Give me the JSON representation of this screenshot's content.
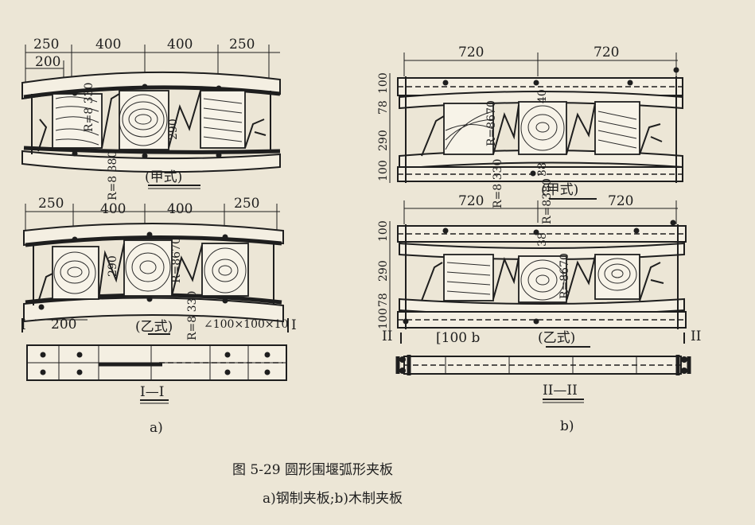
{
  "figure": {
    "caption_main": "图 5-29   圆形围堰弧形夹板",
    "caption_sub": "a)钢制夹板;b)木制夹板"
  },
  "panel_a": {
    "label": "a)",
    "top": {
      "dims": [
        "250",
        "400",
        "400",
        "250"
      ],
      "sub_dim": "200",
      "radius_inner": "R=8 330",
      "radius_outer": "R=8 380",
      "height": "290",
      "name": "(甲式)"
    },
    "bottom": {
      "dims": [
        "250",
        "400",
        "400",
        "250"
      ],
      "sub_dim": "200",
      "radius_inner": "R=8670",
      "radius_outer": "R=8 330",
      "height": "290",
      "angle": "∠100×100×10",
      "section_mark": "I",
      "name": "(乙式)"
    },
    "section": {
      "name": "I—I"
    }
  },
  "panel_b": {
    "label": "b)",
    "top": {
      "dims": [
        "720",
        "720"
      ],
      "vertical_dims": [
        "100",
        "78",
        "290",
        "100"
      ],
      "dim_40": "40",
      "dim_38": "38",
      "radius_inner": "R=8670",
      "radius_outer": "R=8 330",
      "name": "(甲式)"
    },
    "bottom": {
      "dims": [
        "720",
        "720"
      ],
      "vertical_dims": [
        "100",
        "290",
        "78",
        "100"
      ],
      "dim_38": "38",
      "radius_top": "R=8380",
      "radius_inner": "R=8670",
      "channel": "[100 b",
      "section_mark": "II",
      "name": "(乙式)"
    },
    "section": {
      "name": "II—II"
    }
  }
}
